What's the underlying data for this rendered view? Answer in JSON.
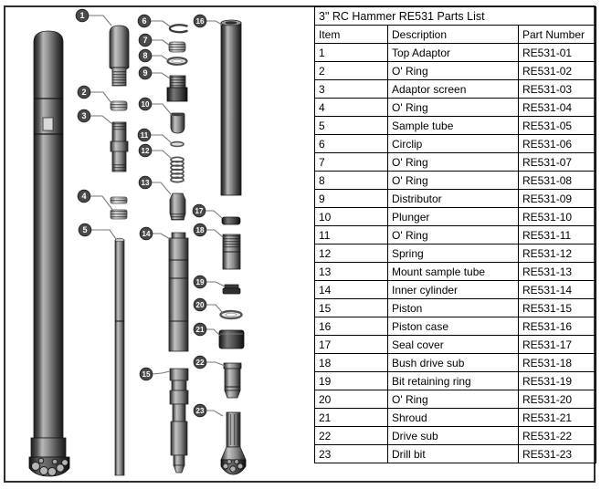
{
  "table": {
    "title": "3\" RC Hammer RE531 Parts List",
    "columns": [
      "Item",
      "Description",
      "Part Number"
    ]
  },
  "parts": [
    {
      "item": "1",
      "description": "Top Adaptor",
      "part_number": "RE531-01"
    },
    {
      "item": "2",
      "description": "O' Ring",
      "part_number": "RE531-02"
    },
    {
      "item": "3",
      "description": "Adaptor screen",
      "part_number": "RE531-03"
    },
    {
      "item": "4",
      "description": "O' Ring",
      "part_number": "RE531-04"
    },
    {
      "item": "5",
      "description": "Sample tube",
      "part_number": "RE531-05"
    },
    {
      "item": "6",
      "description": "Circlip",
      "part_number": "RE531-06"
    },
    {
      "item": "7",
      "description": "O' Ring",
      "part_number": "RE531-07"
    },
    {
      "item": "8",
      "description": "O' Ring",
      "part_number": "RE531-08"
    },
    {
      "item": "9",
      "description": "Distributor",
      "part_number": "RE531-09"
    },
    {
      "item": "10",
      "description": "Plunger",
      "part_number": "RE531-10"
    },
    {
      "item": "11",
      "description": "O' Ring",
      "part_number": "RE531-11"
    },
    {
      "item": "12",
      "description": "Spring",
      "part_number": "RE531-12"
    },
    {
      "item": "13",
      "description": "Mount sample tube",
      "part_number": "RE531-13"
    },
    {
      "item": "14",
      "description": "Inner cylinder",
      "part_number": "RE531-14"
    },
    {
      "item": "15",
      "description": "Piston",
      "part_number": "RE531-15"
    },
    {
      "item": "16",
      "description": "Piston case",
      "part_number": "RE531-16"
    },
    {
      "item": "17",
      "description": "Seal cover",
      "part_number": "RE531-17"
    },
    {
      "item": "18",
      "description": "Bush drive sub",
      "part_number": "RE531-18"
    },
    {
      "item": "19",
      "description": "Bit retaining ring",
      "part_number": "RE531-19"
    },
    {
      "item": "20",
      "description": "O' Ring",
      "part_number": "RE531-20"
    },
    {
      "item": "21",
      "description": "Shroud",
      "part_number": "RE531-21"
    },
    {
      "item": "22",
      "description": "Drive sub",
      "part_number": "RE531-22"
    },
    {
      "item": "23",
      "description": "Drill bit",
      "part_number": "RE531-23"
    }
  ],
  "colors": {
    "background": "#ffffff",
    "frame_border": "#2e2e2e",
    "table_border": "#000000",
    "text": "#000000",
    "callout_fill": "#4a4a4a",
    "callout_text": "#ffffff",
    "leader_line": "#7a7a7a"
  }
}
